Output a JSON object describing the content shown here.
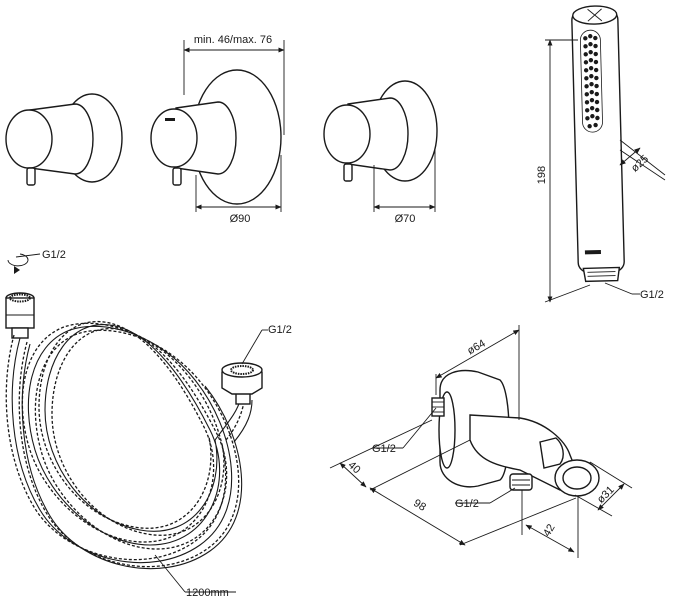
{
  "valves": {
    "depth_label": "min. 46/max. 76",
    "diameter_large": "Ø90",
    "diameter_small": "Ø70"
  },
  "hand_shower": {
    "length_label": "198",
    "diameter_label": "ø25",
    "thread_label": "G1/2"
  },
  "hose": {
    "thread_left": "G1/2",
    "thread_right": "G1/2",
    "length_label": "1200mm"
  },
  "wall_outlet": {
    "flange_diameter": "ø64",
    "thread_top": "G1/2",
    "thread_bottom": "G1/2",
    "depth_40": "40",
    "depth_98": "98",
    "height_42": "42",
    "holder_diameter": "ø31"
  }
}
